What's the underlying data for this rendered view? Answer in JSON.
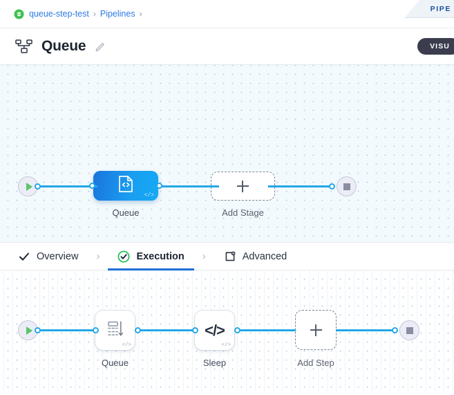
{
  "corner_tab": {
    "label": "PIPE",
    "icon": "pipeline-tab-icon",
    "color": "#1a4fa0"
  },
  "breadcrumb": {
    "project_icon": "project-badge-icon",
    "items": [
      {
        "label": "queue-step-test",
        "name": "breadcrumb-link-project"
      },
      {
        "label": "Pipelines",
        "name": "breadcrumb-link-pipelines"
      }
    ],
    "separator": "›",
    "trailing_separator": "›",
    "link_color": "#2f7ae5"
  },
  "header": {
    "icon": "pipeline-hierarchy-icon",
    "title": "Queue",
    "edit_icon": "pencil-edit-icon",
    "visual_button": {
      "label": "VISU",
      "name": "visual-editor-button",
      "color": "#3b3d4e"
    }
  },
  "stage_canvas": {
    "name": "stage-graph-canvas",
    "background": "#f2fafd",
    "start_node": {
      "name": "start-node",
      "icon": "play-icon",
      "color": "#5cc46a"
    },
    "end_node": {
      "name": "end-node",
      "icon": "stop-square-icon",
      "color": "#8b8da2"
    },
    "nodes": [
      {
        "name": "stage-node-queue",
        "type": "stage",
        "label": "Queue",
        "icon": "code-document-icon",
        "badge": "</>",
        "accent": "#1a9ef0"
      },
      {
        "name": "add-stage-node",
        "type": "add",
        "label": "Add Stage",
        "icon": "plus-icon"
      }
    ]
  },
  "tabs": {
    "name": "pipeline-tab-strip",
    "chevron": "›",
    "items": [
      {
        "label": "Overview",
        "name": "tab-overview",
        "icon": "check-icon",
        "active": false
      },
      {
        "label": "Execution",
        "name": "tab-execution",
        "icon": "check-circle-icon",
        "active": true
      },
      {
        "label": "Advanced",
        "name": "tab-advanced",
        "icon": "settings-panel-icon",
        "active": false
      }
    ],
    "active_underline_color": "#1e6fd9",
    "active_check_color": "#25c05a"
  },
  "step_canvas": {
    "name": "step-graph-canvas",
    "background": "#ffffff",
    "start_node": {
      "name": "step-start-node",
      "icon": "play-icon",
      "color": "#5cc46a"
    },
    "end_node": {
      "name": "step-end-node",
      "icon": "stop-square-icon",
      "color": "#8b8da2"
    },
    "nodes": [
      {
        "name": "step-node-queue",
        "type": "step",
        "label": "Queue",
        "icon": "queue-stack-arrow-icon",
        "badge": "</>"
      },
      {
        "name": "step-node-sleep",
        "type": "step",
        "label": "Sleep",
        "icon": "code-brackets-icon",
        "glyph": "</>",
        "badge": "</>"
      },
      {
        "name": "add-step-node",
        "type": "add",
        "label": "Add Step",
        "icon": "plus-icon"
      }
    ]
  }
}
